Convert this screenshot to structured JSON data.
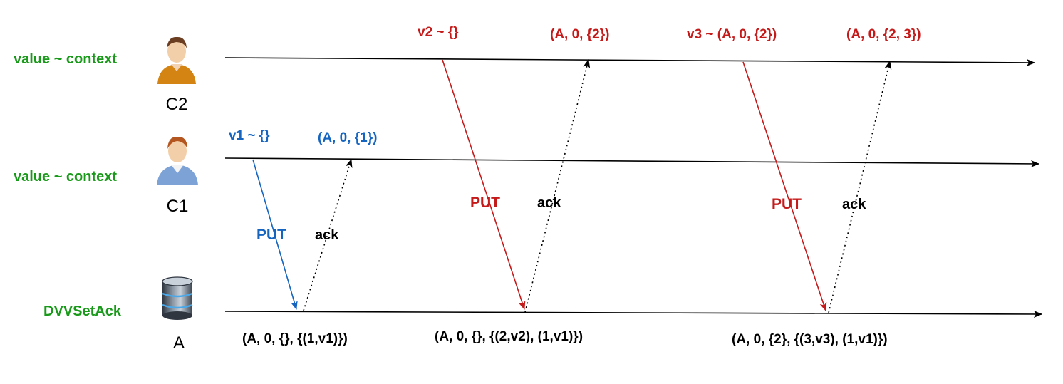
{
  "colors": {
    "green": "#1a9a1a",
    "blue": "#1565c0",
    "red": "#c41a1a",
    "black": "#000000"
  },
  "lanes": {
    "c2": {
      "side_label": "value ~ context",
      "name": "C2",
      "icon": "user-orange-icon"
    },
    "c1": {
      "side_label": "value ~ context",
      "name": "C1",
      "icon": "user-blue-icon"
    },
    "a": {
      "side_label": "DVVSetAck",
      "name": "A",
      "icon": "database-icon"
    }
  },
  "round1": {
    "client_value": "v1 ~ {}",
    "client_result": "(A, 0, {1})",
    "put": "PUT",
    "ack": "ack",
    "server_state": "(A, 0, {}, {(1,v1)})"
  },
  "round2": {
    "client_value": "v2 ~ {}",
    "client_result": "(A, 0, {2})",
    "put": "PUT",
    "ack": "ack",
    "server_state": "(A, 0, {}, {(2,v2), (1,v1)})"
  },
  "round3": {
    "client_value": "v3 ~ (A, 0, {2})",
    "client_result": "(A, 0, {2, 3})",
    "put": "PUT",
    "ack": "ack",
    "server_state": "(A, 0, {2}, {(3,v3), (1,v1)})"
  }
}
